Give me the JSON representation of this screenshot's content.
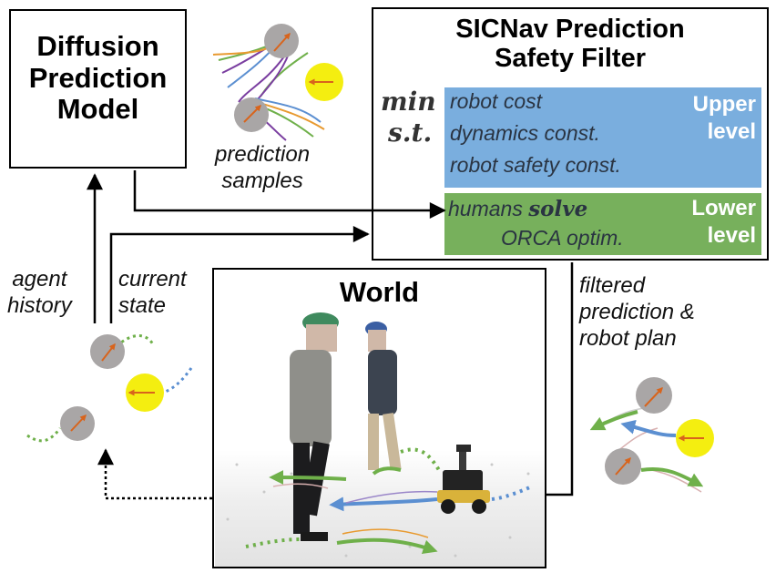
{
  "diffusion_box": {
    "title_lines": [
      "Diffusion",
      "Prediction",
      "Model"
    ]
  },
  "filter_box": {
    "title_lines": [
      "SICNav Prediction",
      "Safety Filter"
    ],
    "min_label": "min",
    "st_label": "s.t.",
    "upper": {
      "lines": [
        "robot cost",
        "dynamics const.",
        "robot safety const."
      ],
      "tag_lines": [
        "Upper",
        "level"
      ],
      "color": "#7aaede"
    },
    "lower": {
      "line1_prefix": "humans",
      "line1_keyword": "solve",
      "line2": "ORCA optim.",
      "tag_lines": [
        "Lower",
        "level"
      ],
      "color": "#77b05c"
    }
  },
  "labels": {
    "prediction_samples": [
      "prediction",
      "samples"
    ],
    "agent_history": [
      "agent",
      "history"
    ],
    "current_state": [
      "current",
      "state"
    ],
    "filtered_plan": [
      "filtered",
      "prediction &",
      "robot plan"
    ]
  },
  "world": {
    "title": "World"
  },
  "colors": {
    "human_circle": "#a9a6a6",
    "robot_circle": "#f4ee10",
    "heading_arrow": "#d8641c",
    "green_path": "#6fb04a",
    "blue_path": "#5b8fd1"
  }
}
